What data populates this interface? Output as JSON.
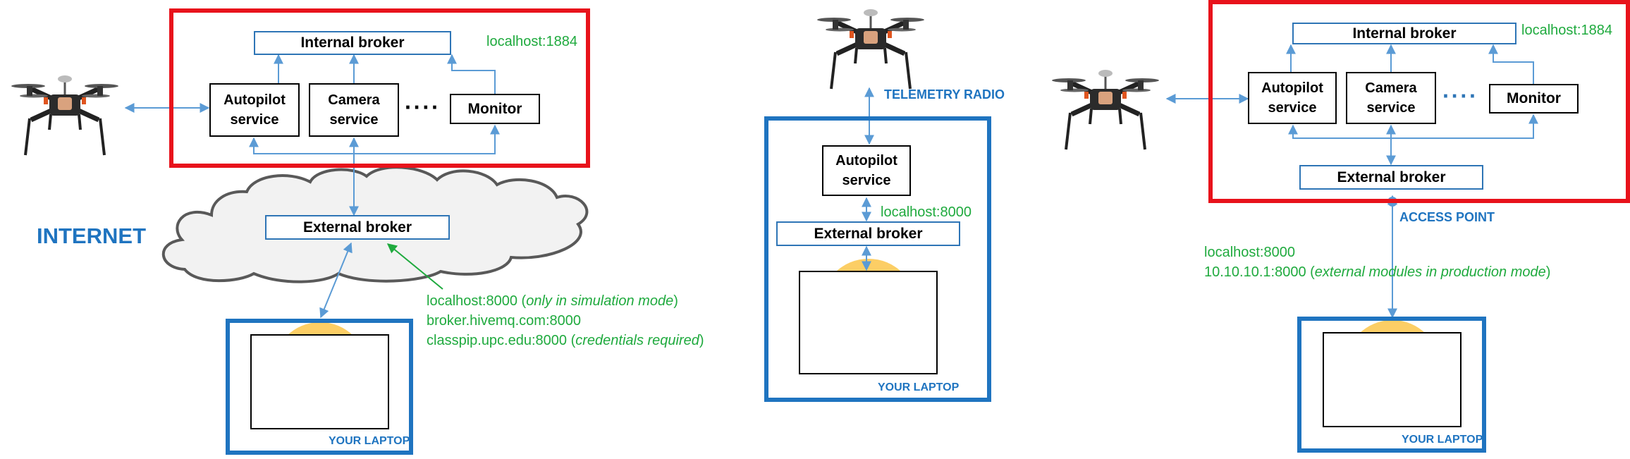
{
  "colors": {
    "red_frame": "#e8121b",
    "blue_frame": "#1f74c0",
    "green_text": "#1faa3e",
    "arrow": "#5b9bd5",
    "box_border_blue": "#2e75b6"
  },
  "left": {
    "internal_broker": "Internal broker",
    "internal_port": "localhost:1884",
    "autopilot": "Autopilot service",
    "camera": "Camera service",
    "dots": "····",
    "monitor": "Monitor",
    "internet": "INTERNET",
    "external_broker": "External broker",
    "note_line1_prefix": "localhost:8000 (",
    "note_line1_italic": "only in simulation mode",
    "note_line1_suffix": ")",
    "note_line2": "broker.hivemq.com:8000",
    "note_line3_prefix": "classpip.upc.edu:8000 (",
    "note_line3_italic": "credentials required",
    "note_line3_suffix": ")",
    "laptop": "YOUR LAPTOP"
  },
  "middle": {
    "telemetry": "TELEMETRY RADIO",
    "autopilot": "Autopilot service",
    "port": "localhost:8000",
    "external_broker": "External broker",
    "laptop": "YOUR LAPTOP"
  },
  "right": {
    "internal_broker": "Internal broker",
    "internal_port": "localhost:1884",
    "autopilot": "Autopilot service",
    "camera": "Camera service",
    "dots": "····",
    "monitor": "Monitor",
    "external_broker": "External broker",
    "access_point": "ACCESS POINT",
    "port1": "localhost:8000",
    "port2_prefix": "10.10.10.1:8000 (",
    "port2_italic": "external modules in production mode",
    "port2_suffix": ")",
    "laptop": "YOUR LAPTOP"
  },
  "icons": [
    "drone-icon",
    "circus-tent-icon",
    "cloud-icon"
  ]
}
